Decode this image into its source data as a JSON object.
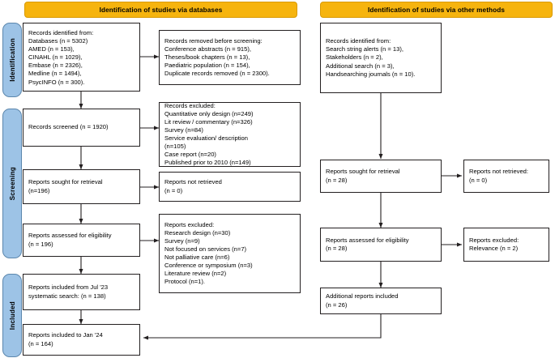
{
  "headers": {
    "databases": "Identification of studies via databases",
    "other": "Identification of studies via other methods"
  },
  "stages": {
    "identification": "Identification",
    "screening": "Screening",
    "included": "Included"
  },
  "left": {
    "records_identified": "Records identified from:\nDatabases (n = 5302)\nAMED (n = 153),\nCINAHL (n = 1029),\nEmbase (n = 2326),\nMedline (n = 1494),\nPsycINFO (n = 300).",
    "records_removed": "Records removed before screening:\nConference abstracts (n = 915),\nTheses/book chapters (n = 13),\nPaediatric population (n = 154),\nDuplicate records removed (n = 2300).",
    "records_screened": "Records screened (n = 1920)",
    "records_excluded": "Records excluded:\nQuantitative only design (n=249)\nLit review / commentary (n=326)\nSurvey (n=84)\nService evaluation/ description\n(n=105)\nCase report (n=20)\nPublished prior to 2010 (n=149)",
    "reports_sought": "Reports sought for retrieval\n(n=196)",
    "reports_not_retrieved": "Reports not retrieved\n(n = 0)",
    "reports_assessed": "Reports assessed for eligibility\n(n = 196)",
    "reports_excluded": "Reports excluded:\nResearch design (n=30)\nSurvey (n=9)\nNot focused on services (n=7)\nNot palliative care (n=6)\nConference or symposium (n=3)\nLiterature review (n=2)\nProtocol (n=1).",
    "reports_included_jul": "Reports included from Jul '23\nsystematic search: (n = 138)",
    "reports_included_jan": "Reports included to Jan '24\n(n = 164)"
  },
  "right": {
    "records_identified": "Records identified from:\nSearch string alerts (n = 13),\nStakeholders (n = 2),\nAdditional search (n = 3),\nHandsearching journals (n = 10).",
    "reports_sought": "Reports sought for retrieval\n(n = 28)",
    "reports_not_retrieved": "Reports not retrieved:\n(n = 0)",
    "reports_assessed": "Reports assessed for eligibility\n(n = 28)",
    "reports_excluded": "Reports excluded:\nRelevance (n = 2)",
    "additional_included": "Additional reports included\n(n = 26)"
  },
  "colors": {
    "header_fill": "#F6B40E",
    "stage_fill": "#9DC3E6",
    "box_border": "#231f20",
    "line": "#231f20"
  }
}
